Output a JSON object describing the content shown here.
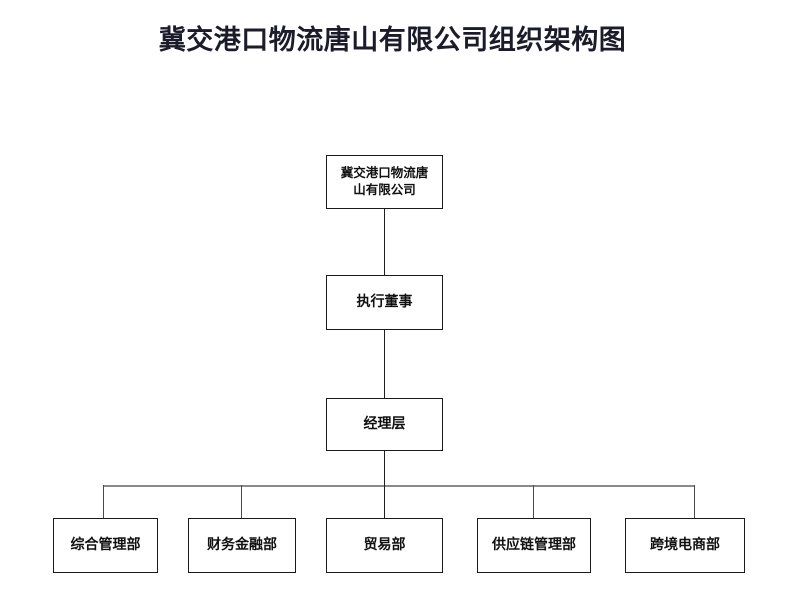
{
  "title": "冀交港口物流唐山有限公司组织架构图",
  "colors": {
    "background": "#ffffff",
    "title_text": "#1b1b2a",
    "box_border": "#1a1a1a",
    "box_fill": "#ffffff",
    "box_text": "#111111",
    "connector_vertical": "#1f1f1f",
    "connector_bus": "#8a8a8a"
  },
  "chart_data": {
    "type": "diagram",
    "diagram_type": "organization-chart",
    "orientation": "top-down",
    "title": "冀交港口物流唐山有限公司组织架构图",
    "levels": [
      {
        "level": 1,
        "nodes": [
          {
            "id": "company",
            "label": "冀交港口物流唐山有限公司",
            "label_lines": [
              "冀交港口物流唐",
              "山有限公司"
            ]
          }
        ]
      },
      {
        "level": 2,
        "nodes": [
          {
            "id": "director",
            "label": "执行董事",
            "label_lines": [
              "执行董事"
            ]
          }
        ]
      },
      {
        "level": 3,
        "nodes": [
          {
            "id": "management",
            "label": "经理层",
            "label_lines": [
              "经理层"
            ]
          }
        ]
      },
      {
        "level": 4,
        "nodes": [
          {
            "id": "dept-0",
            "label": "综合管理部",
            "label_lines": [
              "综合管理部"
            ]
          },
          {
            "id": "dept-1",
            "label": "财务金融部",
            "label_lines": [
              "财务金融部"
            ]
          },
          {
            "id": "dept-2",
            "label": "贸易部",
            "label_lines": [
              "贸易部"
            ]
          },
          {
            "id": "dept-3",
            "label": "供应链管理部",
            "label_lines": [
              "供应链管理部"
            ]
          },
          {
            "id": "dept-4",
            "label": "跨境电商部",
            "label_lines": [
              "跨境电商部"
            ]
          }
        ]
      }
    ],
    "edges": [
      {
        "from": "company",
        "to": "director"
      },
      {
        "from": "director",
        "to": "management"
      },
      {
        "from": "management",
        "to": "dept-0"
      },
      {
        "from": "management",
        "to": "dept-1"
      },
      {
        "from": "management",
        "to": "dept-2"
      },
      {
        "from": "management",
        "to": "dept-3"
      },
      {
        "from": "management",
        "to": "dept-4"
      }
    ]
  },
  "nodes": {
    "company": {
      "line1": "冀交港口物流唐",
      "line2": "山有限公司"
    },
    "director": {
      "label": "执行董事"
    },
    "management": {
      "label": "经理层"
    },
    "departments": [
      {
        "label": "综合管理部"
      },
      {
        "label": "财务金融部"
      },
      {
        "label": "贸易部"
      },
      {
        "label": "供应链管理部"
      },
      {
        "label": "跨境电商部"
      }
    ]
  }
}
